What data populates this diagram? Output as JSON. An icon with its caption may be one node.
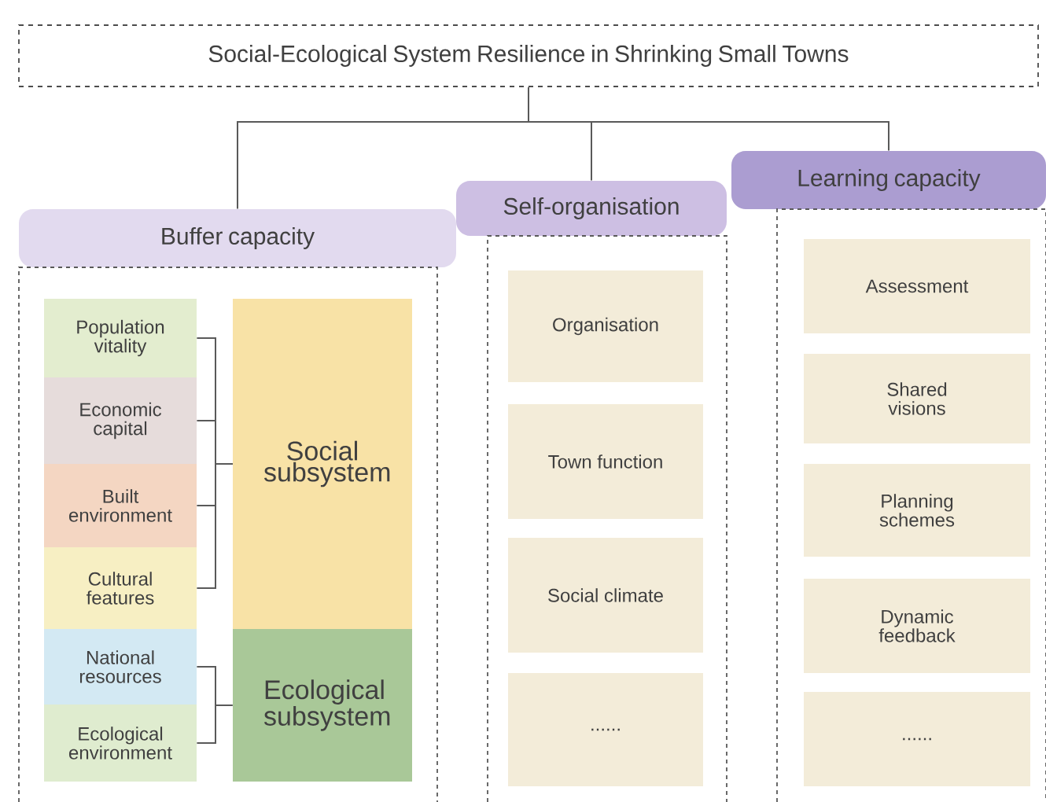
{
  "diagram": {
    "nodes": [
      {
        "text": [
          "Social-Ecological System Resilience in Shrinking Small Towns"
        ]
      },
      {
        "text": [
          "Buffer capacity"
        ]
      },
      {
        "text": [
          "Self-organisation"
        ]
      },
      {
        "text": [
          "Learning capacity"
        ]
      },
      {
        "text": [
          "Population vitality"
        ],
        "in": 1
      },
      {
        "text": [
          "Economic capital"
        ],
        "in": 1
      },
      {
        "text": [
          "Built environment"
        ],
        "in": 1
      },
      {
        "text": [
          "Cultural features"
        ],
        "in": 1
      },
      {
        "text": [
          "Social subsystem"
        ],
        "in": 1
      },
      {
        "text": [
          "National resources"
        ],
        "in": 1
      },
      {
        "text": [
          "Ecological environment"
        ],
        "in": 1
      },
      {
        "text": [
          "Ecological subsystem"
        ],
        "in": 1
      },
      {
        "text": [
          "Organisation"
        ],
        "in": 2
      },
      {
        "text": [
          "Town function"
        ],
        "in": 2
      },
      {
        "text": [
          "Social climate"
        ],
        "in": 2
      },
      {
        "text": [
          "......"
        ],
        "in": 2
      },
      {
        "text": [
          "Assessment"
        ],
        "in": 3
      },
      {
        "text": [
          "Shared visions"
        ],
        "in": 3
      },
      {
        "text": [
          "Planning schemes"
        ],
        "in": 3
      },
      {
        "text": [
          "Dynamic feedback"
        ],
        "in": 3
      },
      {
        "text": [
          "......"
        ],
        "in": 3
      }
    ],
    "edges": [
      {
        "from": 0,
        "to": 1,
        "arrow": "none"
      },
      {
        "from": 0,
        "to": 2,
        "arrow": "none"
      },
      {
        "from": 0,
        "to": 3,
        "arrow": "none"
      },
      {
        "from": 4,
        "to": 8,
        "arrow": "none"
      },
      {
        "from": 5,
        "to": 8,
        "arrow": "none"
      },
      {
        "from": 6,
        "to": 8,
        "arrow": "none"
      },
      {
        "from": 7,
        "to": 8,
        "arrow": "none"
      },
      {
        "from": 9,
        "to": 11,
        "arrow": "none"
      },
      {
        "from": 10,
        "to": 11,
        "arrow": "none"
      }
    ]
  }
}
